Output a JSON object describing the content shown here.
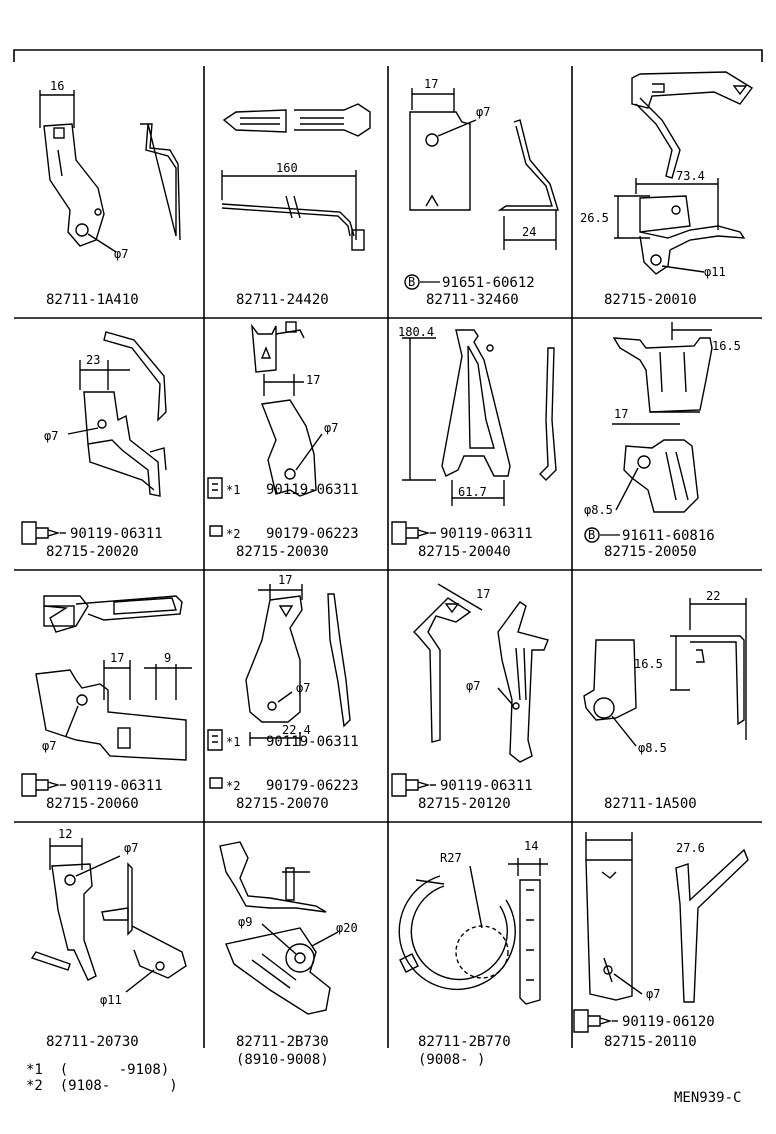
{
  "sheet_code": "MEN939-C",
  "cells": [
    {
      "part": "82711-1A410",
      "dims": [
        "16",
        "φ7"
      ],
      "fasteners": []
    },
    {
      "part": "82711-24420",
      "dims": [
        "160"
      ],
      "fasteners": []
    },
    {
      "part": "82711-32460",
      "dims": [
        "17",
        "φ7",
        "24"
      ],
      "fasteners": [
        {
          "marker": "B",
          "part": "91651-60612"
        }
      ]
    },
    {
      "part": "82715-20010",
      "dims": [
        "73.4",
        "26.5",
        "φ11"
      ],
      "fasteners": []
    },
    {
      "part": "82715-20020",
      "dims": [
        "23",
        "φ7"
      ],
      "fasteners": [
        {
          "part": "90119-06311"
        }
      ]
    },
    {
      "part": "82715-20030",
      "dims": [
        "17",
        "φ7"
      ],
      "fasteners": [
        {
          "marker": "*1",
          "part": "90119-06311"
        },
        {
          "marker": "*2",
          "part": "90179-06223"
        }
      ]
    },
    {
      "part": "82715-20040",
      "dims": [
        "180.4",
        "61.7"
      ],
      "fasteners": [
        {
          "part": "90119-06311"
        }
      ]
    },
    {
      "part": "82715-20050",
      "dims": [
        "16.5",
        "17",
        "φ8.5"
      ],
      "fasteners": [
        {
          "marker": "B",
          "part": "91611-60816"
        }
      ]
    },
    {
      "part": "82715-20060",
      "dims": [
        "17",
        "9",
        "φ7"
      ],
      "fasteners": [
        {
          "part": "90119-06311"
        }
      ]
    },
    {
      "part": "82715-20070",
      "dims": [
        "17",
        "φ7",
        "22.4"
      ],
      "fasteners": [
        {
          "marker": "*1",
          "part": "90119-06311"
        },
        {
          "marker": "*2",
          "part": "90179-06223"
        }
      ]
    },
    {
      "part": "82715-20120",
      "dims": [
        "17",
        "φ7"
      ],
      "fasteners": [
        {
          "part": "90119-06311"
        }
      ]
    },
    {
      "part": "82711-1A500",
      "dims": [
        "22",
        "16.5",
        "φ8.5"
      ],
      "fasteners": []
    },
    {
      "part": "82711-20730",
      "dims": [
        "12",
        "φ7",
        "φ11"
      ],
      "fasteners": []
    },
    {
      "part": "82711-2B730",
      "sub": "(8910-9008)",
      "dims": [
        "φ9",
        "φ20"
      ],
      "fasteners": []
    },
    {
      "part": "82711-2B770",
      "sub": "(9008-      )",
      "dims": [
        "R27",
        "14"
      ],
      "fasteners": []
    },
    {
      "part": "82715-20110",
      "dims": [
        "27.6",
        "φ7"
      ],
      "fasteners": [
        {
          "part": "90119-06120"
        }
      ]
    }
  ],
  "notes": [
    "*1  (      -9108)",
    "*2  (9108-       )"
  ]
}
